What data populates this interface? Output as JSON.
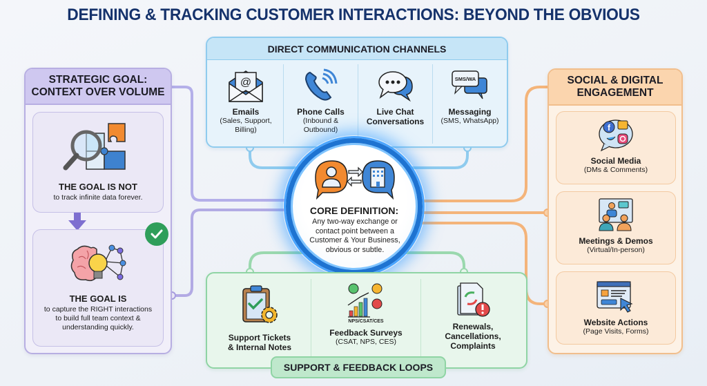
{
  "title": "DEFINING & TRACKING CUSTOMER INTERACTIONS: BEYOND THE OBVIOUS",
  "colors": {
    "title": "#15326b",
    "strategic": "#b7aee2",
    "direct": "#8fcbee",
    "core": "#1e73d1",
    "support": "#8fd4a4",
    "social": "#f1be8c",
    "check": "#2f9e5a"
  },
  "strategic_goal": {
    "header": [
      "STRATEGIC GOAL:",
      "CONTEXT OVER VOLUME"
    ],
    "not_goal": {
      "icon": "magnifier-puzzle-icon",
      "heading": "THE GOAL IS NOT",
      "text": "to track infinite data forever."
    },
    "goal": {
      "icon": "brain-lightbulb-network-icon",
      "heading": "THE GOAL IS",
      "text": [
        "to capture the RIGHT interactions",
        "to build full team context &",
        "understanding quickly."
      ]
    }
  },
  "direct_channels": {
    "header": "DIRECT COMMUNICATION CHANNELS",
    "items": [
      {
        "icon": "email-envelope-icon",
        "title": "Emails",
        "sub": [
          "(Sales, Support,",
          "Billing)"
        ]
      },
      {
        "icon": "phone-call-icon",
        "title": "Phone Calls",
        "sub": [
          "(Inbound &",
          "Outbound)"
        ]
      },
      {
        "icon": "chat-bubbles-icon",
        "title": "Live Chat",
        "title2": "Conversations",
        "sub": []
      },
      {
        "icon": "sms-bubbles-icon",
        "icon_text": "SMS/WA",
        "title": "Messaging",
        "sub": [
          "(SMS, WhatsApp)"
        ]
      }
    ]
  },
  "core": {
    "icon": "customer-business-exchange-icon",
    "title": "CORE DEFINITION:",
    "text": [
      "Any two-way exchange or",
      "contact point between a",
      "Customer & Your Business,",
      "obvious or subtle."
    ]
  },
  "support_loops": {
    "label": "SUPPORT & FEEDBACK LOOPS",
    "items": [
      {
        "icon": "clipboard-gear-icon",
        "title": [
          "Support Tickets",
          "& Internal Notes"
        ],
        "sub": []
      },
      {
        "icon": "survey-smileys-chart-icon",
        "tag": "NPS/CSAT/CES",
        "title": [
          "Feedback Surveys"
        ],
        "sub": [
          "(CSAT, NPS, CES)"
        ]
      },
      {
        "icon": "document-renewal-alert-icon",
        "title": [
          "Renewals,",
          "Cancellations,",
          "Complaints"
        ],
        "sub": []
      }
    ]
  },
  "social_digital": {
    "header": [
      "SOCIAL & DIGITAL",
      "ENGAGEMENT"
    ],
    "items": [
      {
        "icon": "social-media-icon",
        "title": "Social Media",
        "sub": "(DMs & Comments)"
      },
      {
        "icon": "video-meeting-icon",
        "title": "Meetings & Demos",
        "sub": "(Virtual/In-person)"
      },
      {
        "icon": "website-click-icon",
        "title": "Website Actions",
        "sub": "(Page Visits, Forms)"
      }
    ]
  }
}
